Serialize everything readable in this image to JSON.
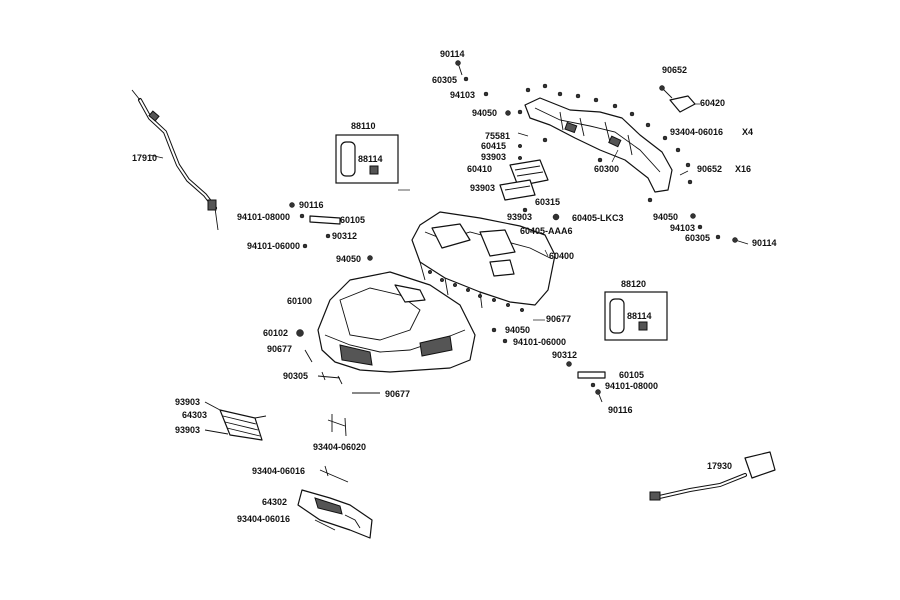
{
  "labels": {
    "p90114_top": "90114",
    "p60305_top": "60305",
    "p94103_top": "94103",
    "p94050_top": "94050",
    "p90652_top": "90652",
    "p60420": "60420",
    "p93404_06016_r": "93404-06016",
    "x4": "X4",
    "p90652_r": "90652",
    "x16": "X16",
    "p60300": "60300",
    "p75581": "75581",
    "p60415": "60415",
    "p93903_a": "93903",
    "p60410": "60410",
    "p93903_b": "93903",
    "p60315": "60315",
    "p93903_c": "93903",
    "p60405_lkc3": "60405-LKC3",
    "p60405_aaa6": "60405-AAA6",
    "p60400": "60400",
    "p94050_r": "94050",
    "p94103_r": "94103",
    "p60305_r": "60305",
    "p90114_r": "90114",
    "p88110": "88110",
    "p88114_l": "88114",
    "p17910": "17910",
    "p90116_l": "90116",
    "p94101_08000_l": "94101-08000",
    "p60105_l": "60105",
    "p90312_l": "90312",
    "p94101_06000_l": "94101-06000",
    "p94050_l": "94050",
    "p60100": "60100",
    "p60102": "60102",
    "p90677_a": "90677",
    "p90305": "90305",
    "p90677_b": "90677",
    "p90677_c": "90677",
    "p94050_m": "94050",
    "p94101_06000_m": "94101-06000",
    "p90312_m": "90312",
    "p88120": "88120",
    "p88114_r": "88114",
    "p60105_r": "60105",
    "p94101_08000_r": "94101-08000",
    "p90116_r": "90116",
    "p93903_d": "93903",
    "p64303": "64303",
    "p93903_e": "93903",
    "p93404_06020": "93404-06020",
    "p93404_06016_a": "93404-06016",
    "p64302": "64302",
    "p93404_06016_b": "93404-06016",
    "p17930": "17930"
  }
}
